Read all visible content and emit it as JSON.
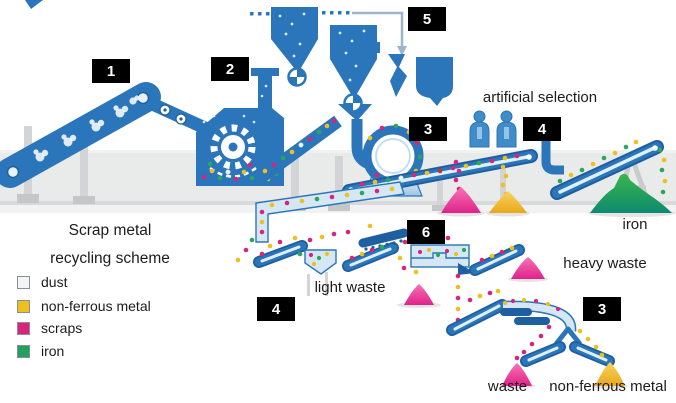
{
  "diagram": {
    "badges": [
      {
        "id": "stage-1",
        "label": "1"
      },
      {
        "id": "stage-2",
        "label": "2"
      },
      {
        "id": "stage-5",
        "label": "5"
      },
      {
        "id": "stage-3a",
        "label": "3"
      },
      {
        "id": "stage-4a",
        "label": "4"
      },
      {
        "id": "stage-6",
        "label": "6"
      },
      {
        "id": "stage-4b",
        "label": "4"
      },
      {
        "id": "stage-3b",
        "label": "3"
      }
    ],
    "labels": {
      "artificial_selection": "artificial selection",
      "iron": "iron",
      "heavy_waste": "heavy waste",
      "light_waste": "light waste",
      "waste": "waste",
      "non_ferrous_metal": "non-ferrous metal"
    }
  },
  "legend": {
    "title_line1": "Scrap metal",
    "title_line2": "recycling scheme",
    "items": [
      {
        "label": "dust",
        "color": "#f2f4f8"
      },
      {
        "label": "non-ferrous metal",
        "color": "#ecc11e"
      },
      {
        "label": "scraps",
        "color": "#d6257e"
      },
      {
        "label": "iron",
        "color": "#23a05c"
      }
    ]
  },
  "colors": {
    "machine_blue": "#2b76ba",
    "machine_dark": "#1d5fa0",
    "duct_light": "#d6e7f4",
    "dot_yellow": "#ecc11e",
    "dot_magenta": "#d6257e",
    "dot_red": "#c23434",
    "dot_green": "#28a858",
    "pile_pink": "#ee3d96",
    "pile_yellow": "#eeb02a",
    "pile_green": "#18996a",
    "badge_bg": "#000000",
    "badge_text": "#ffffff"
  }
}
